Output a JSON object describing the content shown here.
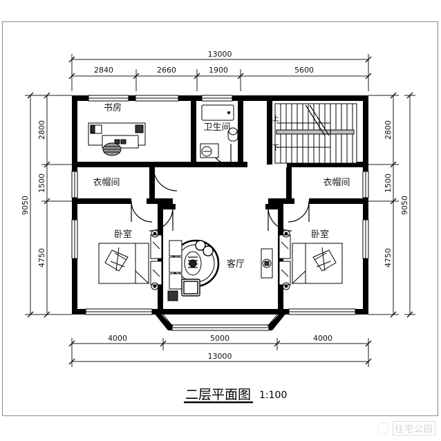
{
  "drawing": {
    "title": "二层平面图",
    "scale": "1:100",
    "type": "architectural-floor-plan"
  },
  "dimensions": {
    "top": {
      "total": "13000",
      "segments": [
        "2840",
        "2660",
        "1900",
        "5600"
      ]
    },
    "bottom": {
      "total": "13000",
      "segments": [
        "4000",
        "5000",
        "4000"
      ]
    },
    "left": {
      "total": "9050",
      "segments": [
        "2800",
        "1500",
        "4750"
      ]
    },
    "right": {
      "total": "9050",
      "segments": [
        "2800",
        "1500",
        "4750"
      ]
    }
  },
  "rooms": [
    {
      "id": "study",
      "label": "书房",
      "position": "top-left"
    },
    {
      "id": "bathroom",
      "label": "卫生间",
      "position": "top-center"
    },
    {
      "id": "closet-left",
      "label": "衣帽间",
      "position": "middle-left"
    },
    {
      "id": "closet-right",
      "label": "衣帽间",
      "position": "middle-right"
    },
    {
      "id": "bedroom-left",
      "label": "卧室",
      "position": "bottom-left"
    },
    {
      "id": "bedroom-right",
      "label": "卧室",
      "position": "bottom-right"
    },
    {
      "id": "living-room",
      "label": "客厅",
      "position": "bottom-center"
    }
  ],
  "stair": {
    "up_label": "上",
    "down_label": "下"
  },
  "watermark": {
    "text": "住宅公园",
    "logo": "circle-logo-icon"
  },
  "colors": {
    "wall": "#000000",
    "background": "#ffffff",
    "dimension_line": "#1a1a1a",
    "frame": "#8a8a8a",
    "watermark": "#6e6e80"
  }
}
